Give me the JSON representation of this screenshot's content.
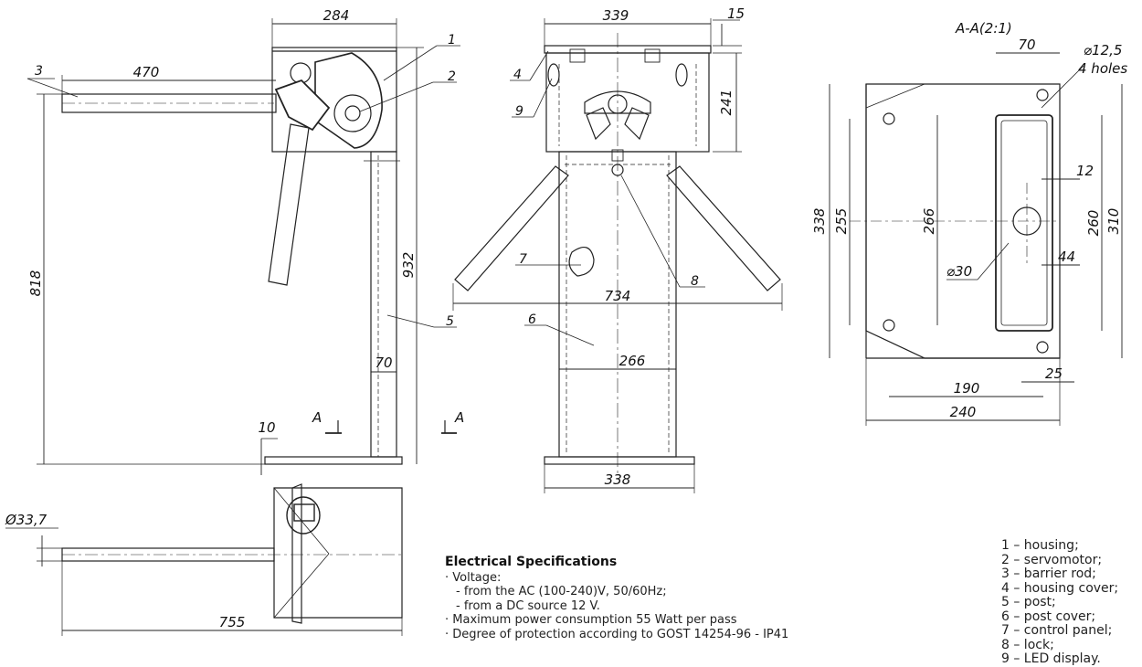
{
  "dimensions": {
    "side_view": [
      "284",
      "470",
      "818",
      "932",
      "70",
      "10"
    ],
    "front_view": [
      "339",
      "15",
      "241",
      "734",
      "266",
      "338"
    ],
    "section_view": [
      "70",
      "⌀12,5",
      "4 holes",
      "338",
      "255",
      "266",
      "260",
      "310",
      "12",
      "44",
      "⌀30",
      "190",
      "240",
      "25"
    ],
    "top_view": [
      "Ø33,7",
      "755"
    ]
  },
  "section_title": "A-A(2:1)",
  "section_marks": [
    "A",
    "A"
  ],
  "callouts": [
    "1",
    "2",
    "3",
    "4",
    "5",
    "6",
    "7",
    "8",
    "9"
  ],
  "electrical_specs": {
    "title": "Electrical Specifications",
    "lines": [
      "· Voltage:",
      "- from the AC (100-240)V, 50/60Hz;",
      "- from a DC source 12 V.",
      "· Maximum power consumption 55 Watt per pass",
      "· Degree of protection according to GOST 14254-96 - IP41"
    ]
  },
  "legend": [
    "1 – housing;",
    "2 – servomotor;",
    "3 – barrier rod;",
    "4 – housing cover;",
    "5 – post;",
    "6 – post cover;",
    "7 – control panel;",
    "8 – lock;",
    "9 – LED display."
  ],
  "colors": {
    "line": "#222222",
    "background": "#ffffff"
  }
}
